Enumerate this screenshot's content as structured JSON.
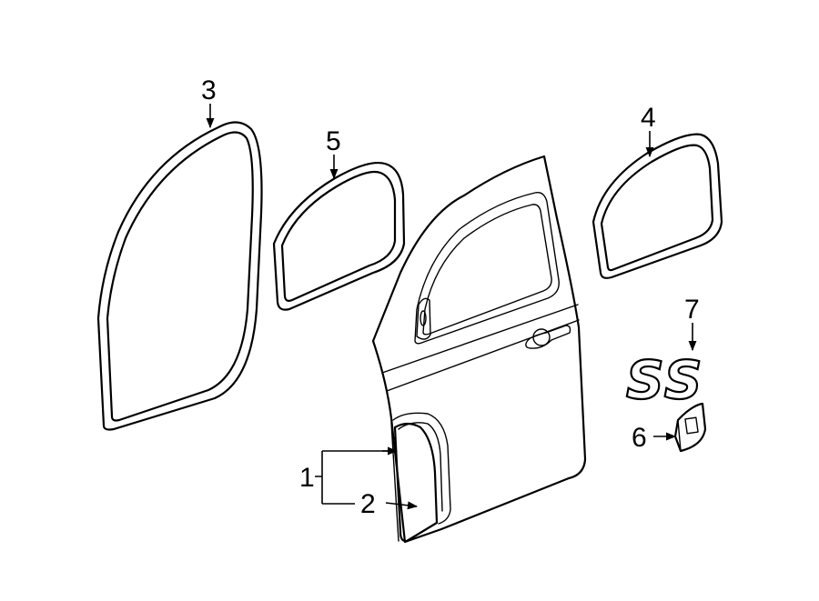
{
  "diagram": {
    "background": "#ffffff",
    "line_color": "#000000",
    "callouts": {
      "c1": "1",
      "c2": "2",
      "c3": "3",
      "c4": "4",
      "c5": "5",
      "c6": "6",
      "c7": "7"
    },
    "badge_text": "SS"
  }
}
